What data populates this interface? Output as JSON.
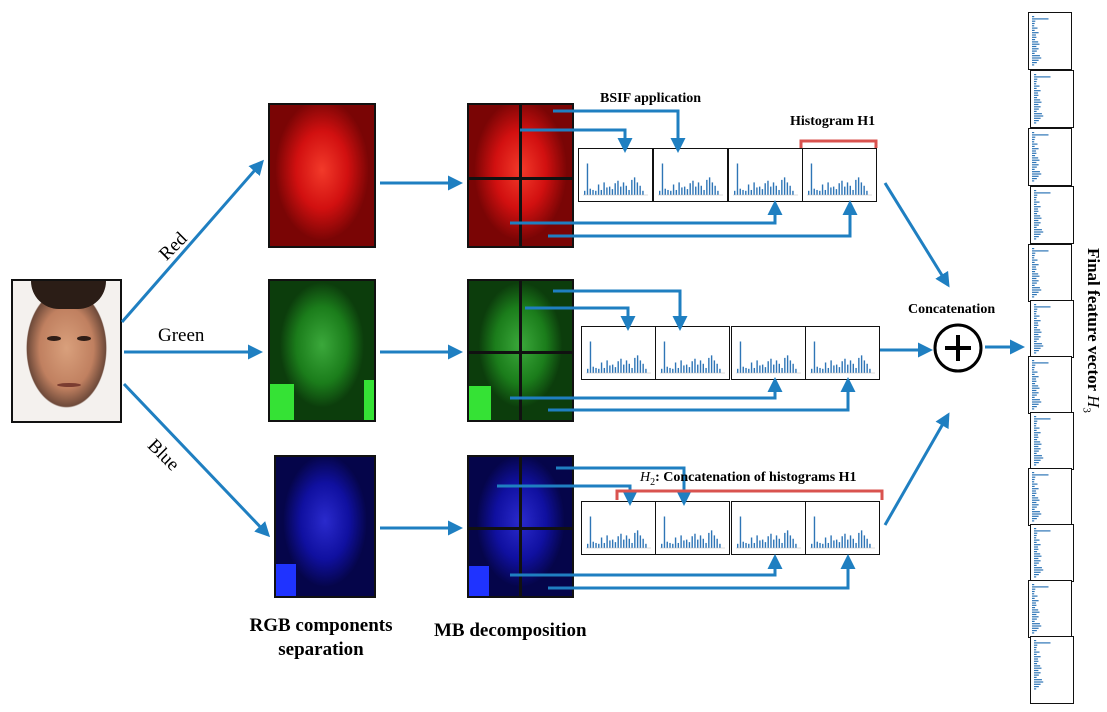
{
  "channels": [
    "Red",
    "Green",
    "Blue"
  ],
  "labels": {
    "bsif": "BSIF application",
    "histogram_h1": "Histogram H1",
    "h2_prefix": "H",
    "h2_sub": "2",
    "h2_suffix": ": Concatenation of histograms H1",
    "concatenation": "Concatenation",
    "rgb_line1": "RGB components",
    "rgb_line2": "separation",
    "mb": "MB decomposition",
    "final_text": "Final feature vector ",
    "final_var": "H",
    "final_sub": "3"
  },
  "colors": {
    "arrow": "#1f7fc1",
    "bracket": "#d9534f",
    "hist_bar": "#2e75b6",
    "red_face": "#e01010",
    "green_face": "#1e9e1e",
    "blue_face": "#1a1ab4",
    "skin": "#c98c6a"
  },
  "histogram_bars": [
    0.1,
    0.75,
    0.15,
    0.12,
    0.1,
    0.25,
    0.12,
    0.3,
    0.18,
    0.2,
    0.14,
    0.28,
    0.34,
    0.2,
    0.3,
    0.22,
    0.12,
    0.36,
    0.42,
    0.3,
    0.22,
    0.1
  ]
}
